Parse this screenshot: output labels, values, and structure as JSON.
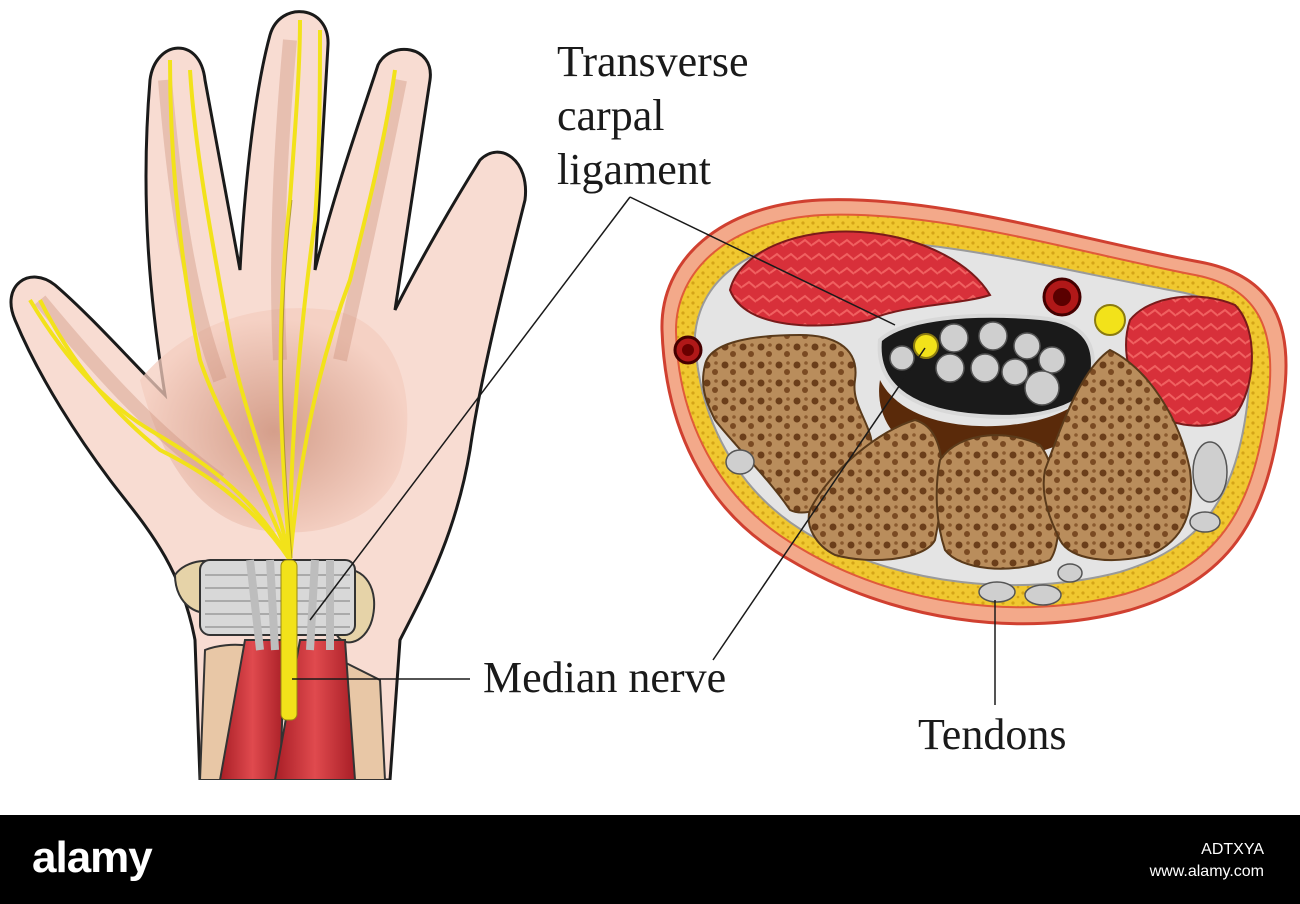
{
  "labels": {
    "transverse_carpal_ligament": [
      "Transverse",
      "carpal",
      "ligament"
    ],
    "median_nerve": "Median nerve",
    "tendons": "Tendons"
  },
  "footer": {
    "logo": "alamy",
    "image_id": "ADTXYA",
    "site": "www.alamy.com"
  },
  "colors": {
    "skin": "#f3c4b8",
    "nerve": "#f2e21a",
    "muscle": "#d8303a",
    "bone": "#c9a274",
    "fat": "#e8c22a",
    "footer_bg": "#000000"
  }
}
